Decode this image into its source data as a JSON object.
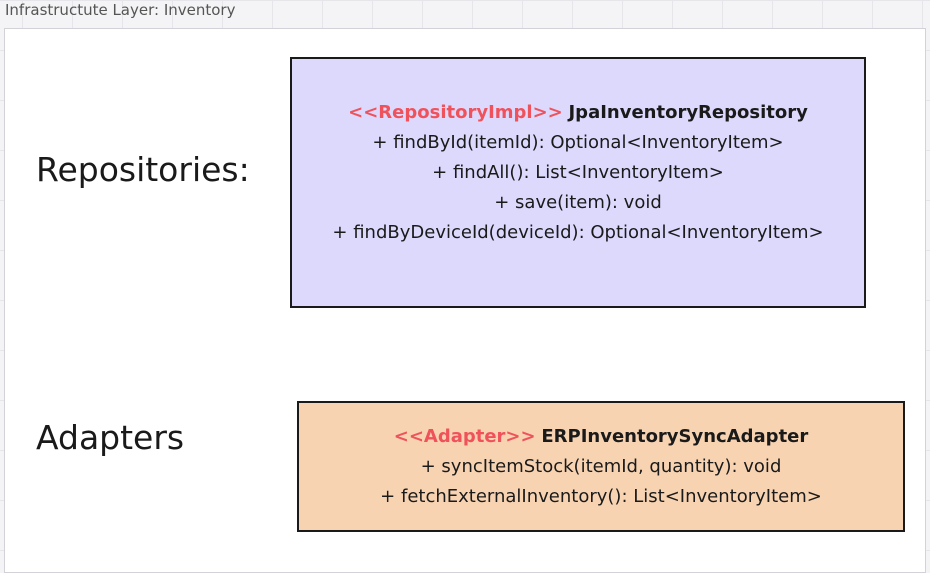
{
  "frame": {
    "title": "Infrastructute Layer: Inventory"
  },
  "sections": {
    "repositories_label": "Repositories:",
    "adapters_label": "Adapters"
  },
  "repository_box": {
    "stereotype": "<<RepositoryImpl>>",
    "class_name": "JpaInventoryRepository",
    "methods": [
      "+ findById(itemId): Optional<InventoryItem>",
      "+ findAll(): List<InventoryItem>",
      "+ save(item): void",
      "+ findByDeviceId(deviceId): Optional<InventoryItem>"
    ],
    "fill_color": "#dcd9fd"
  },
  "adapter_box": {
    "stereotype": "<<Adapter>>",
    "class_name": "ERPInventorySyncAdapter",
    "methods": [
      "+ syncItemStock(itemId, quantity): void",
      "+ fetchExternalInventory(): List<InventoryItem>"
    ],
    "fill_color": "#f7d3b2"
  },
  "colors": {
    "stereotype": "#f0525b",
    "border": "#1a1a1a",
    "text": "#1a1a1a"
  }
}
